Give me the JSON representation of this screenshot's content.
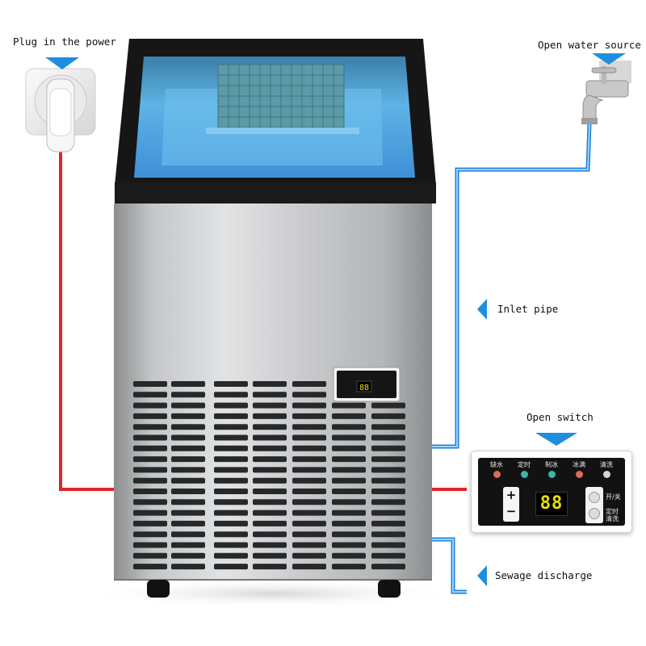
{
  "labels": {
    "plug": "Plug in the power",
    "water_source": "Open water source",
    "inlet": "Inlet pipe",
    "switch": "Open switch",
    "sewage": "Sewage discharge"
  },
  "control_panel": {
    "indicators": [
      "缺水",
      "定时",
      "制冰",
      "冰满",
      "清洗"
    ],
    "plus": "+",
    "minus": "−",
    "display": "88",
    "switch_label_1": "开/关",
    "switch_label_2_line1": "定时",
    "switch_label_2_line2": "清洗"
  },
  "colors": {
    "power_line": "#e0252a",
    "water_line": "#3b9cf0",
    "arrow": "#1e8fe0",
    "display_digits": "#e9e100"
  }
}
